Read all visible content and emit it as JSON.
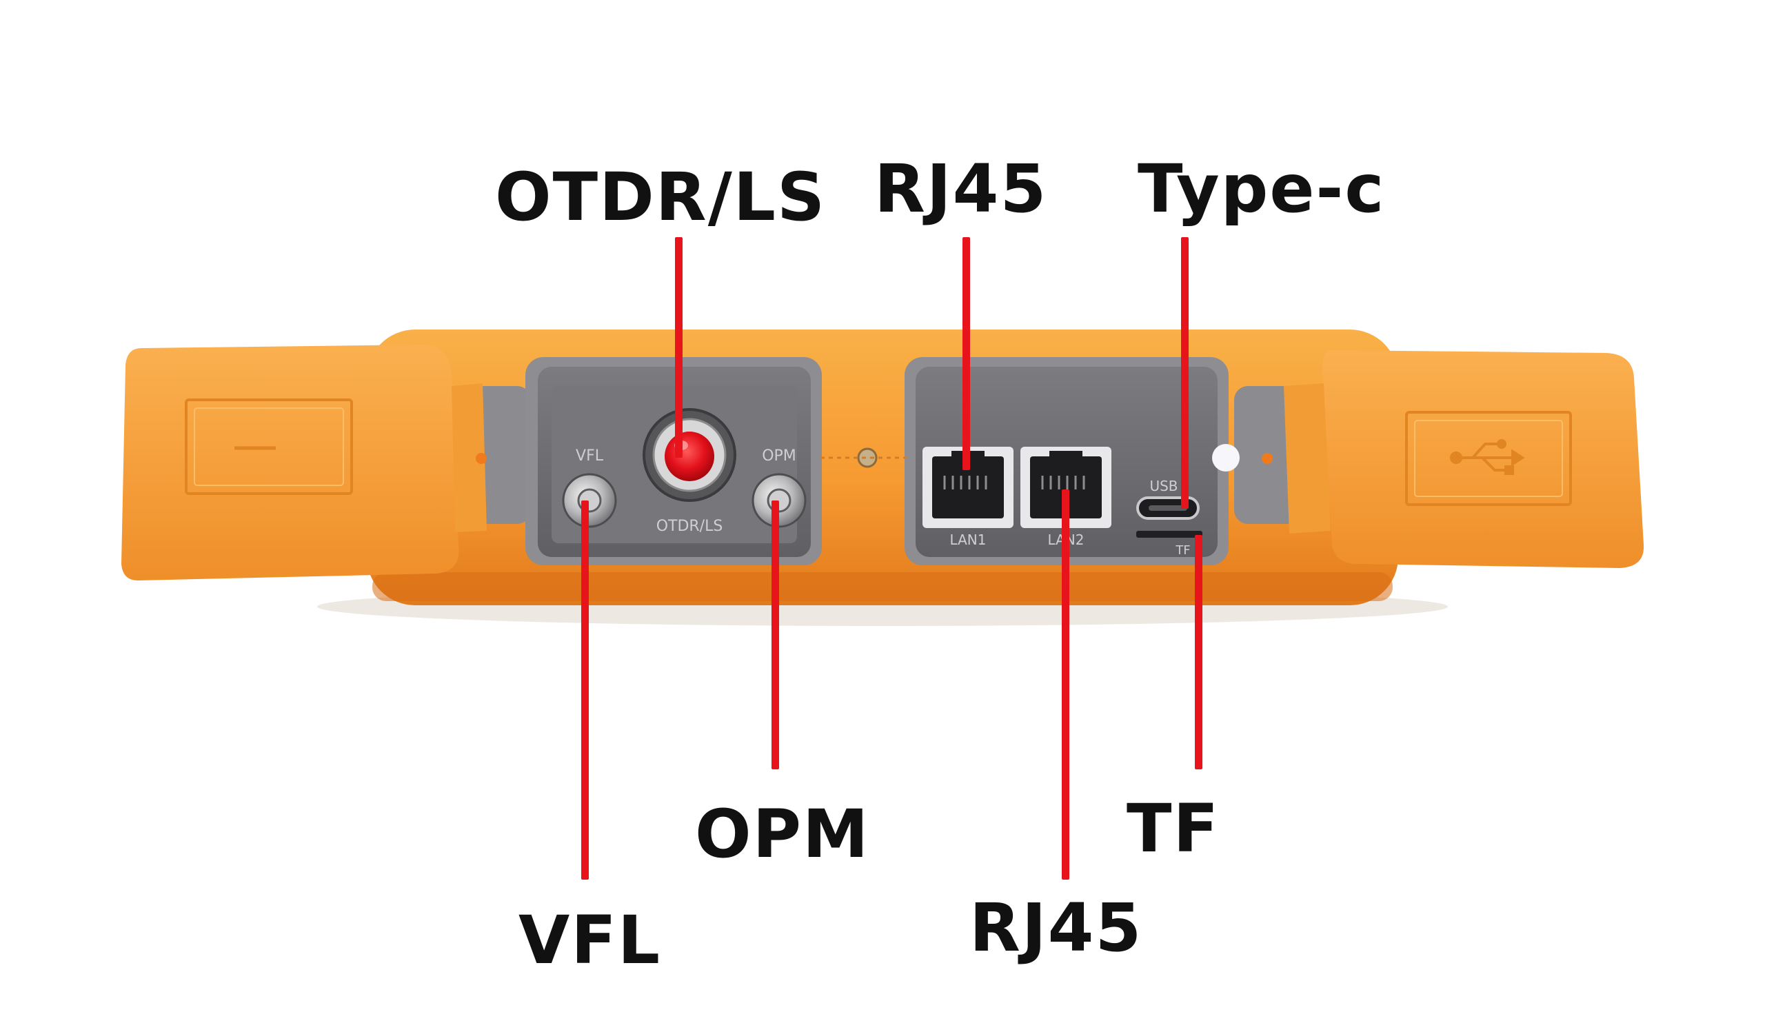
{
  "labels": {
    "otdr_ls": "OTDR/LS",
    "rj45_top": "RJ45",
    "type_c": "Type-c",
    "opm": "OPM",
    "vfl": "VFL",
    "rj45_bottom": "RJ45",
    "tf": "TF"
  },
  "panel_text": {
    "vfl": "VFL",
    "opm": "OPM",
    "otdr_ls": "OTDR/LS",
    "lan1": "LAN1",
    "lan2": "LAN2",
    "usb": "USB",
    "tf": "TF"
  },
  "colors": {
    "leader": "#e8141c",
    "device_orange": "#f7a23c",
    "panel_gray": "#6f6f74",
    "laser_red": "#e3101a"
  },
  "icons": {
    "left_cap": "cap-indent-icon",
    "right_cap": "usb-icon"
  }
}
